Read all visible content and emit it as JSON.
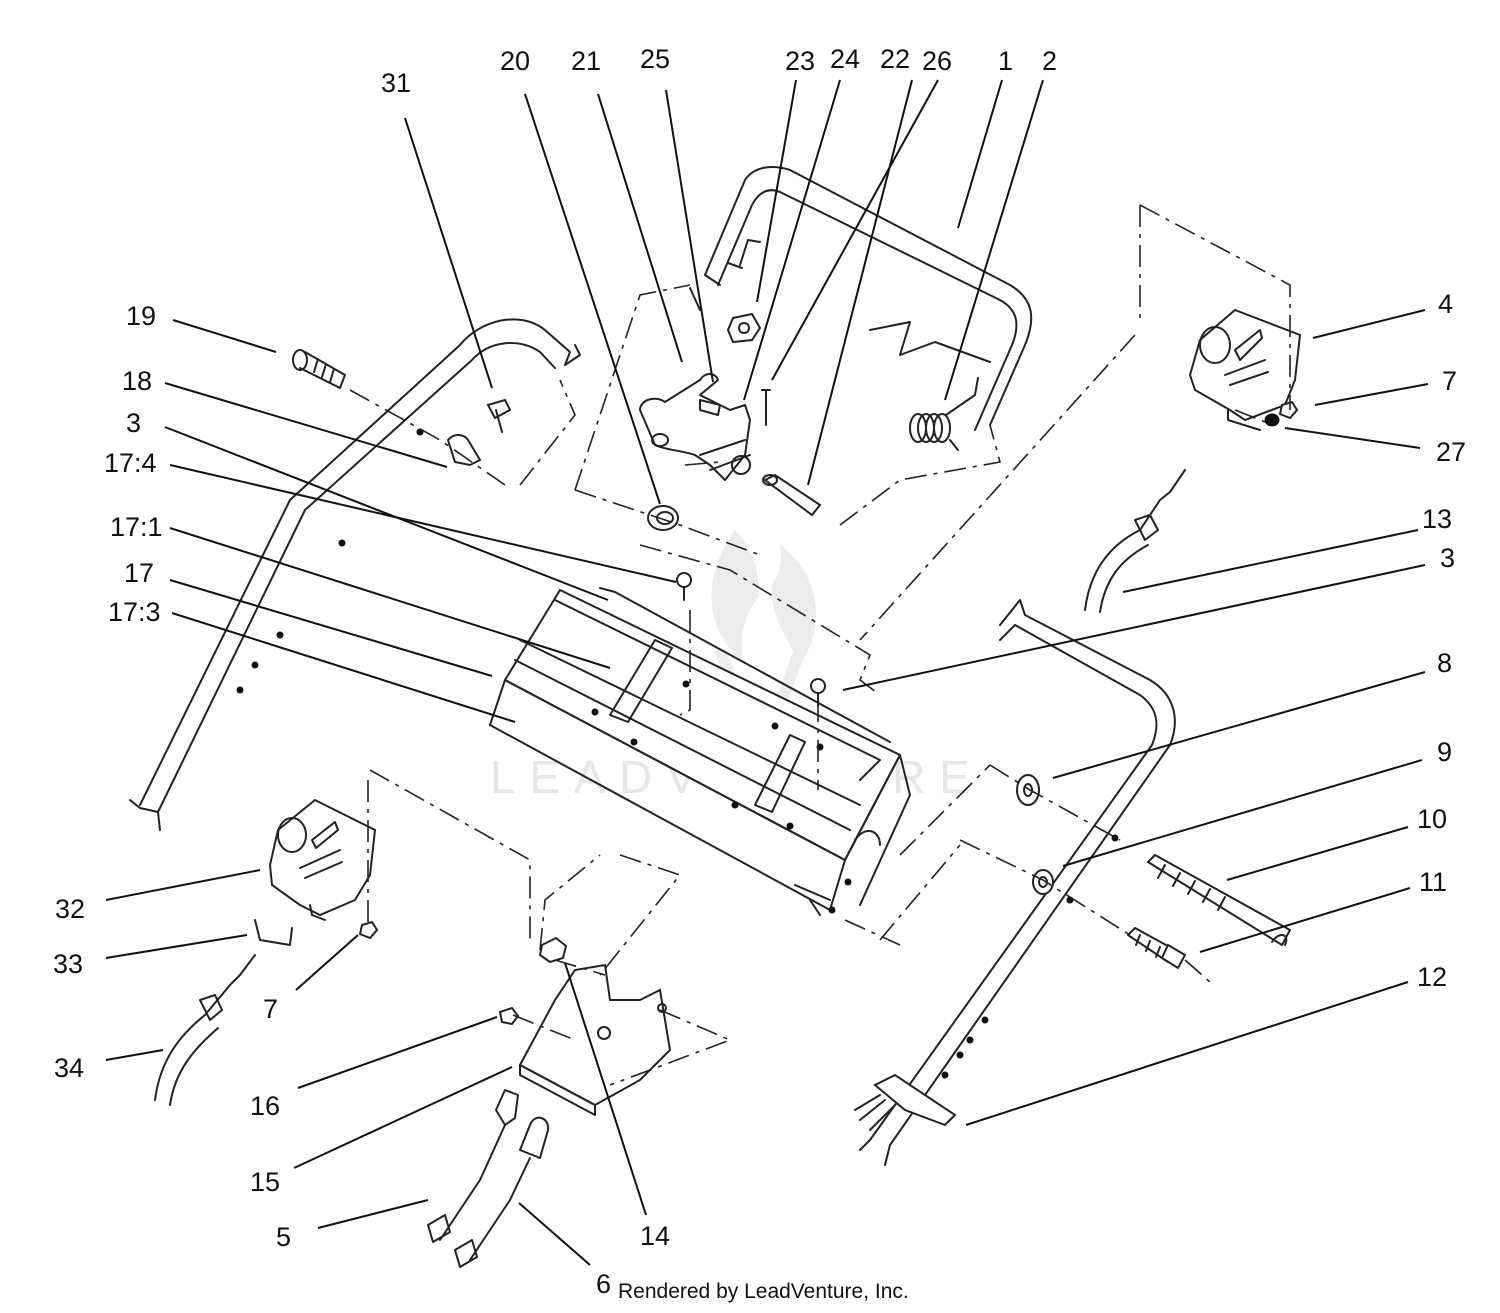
{
  "watermark": "LEADVENTURE",
  "credit": "Rendered by LeadVenture, Inc.",
  "labels": {
    "p1": "1",
    "p2": "2",
    "p3a": "3",
    "p3b": "3",
    "p4": "4",
    "p5": "5",
    "p6": "6",
    "p7a": "7",
    "p7b": "7",
    "p8": "8",
    "p9": "9",
    "p10": "10",
    "p11": "11",
    "p12": "12",
    "p13": "13",
    "p14": "14",
    "p15": "15",
    "p16": "16",
    "p17": "17",
    "p17_1": "17:1",
    "p17_3": "17:3",
    "p17_4": "17:4",
    "p18": "18",
    "p19": "19",
    "p20": "20",
    "p21": "21",
    "p22": "22",
    "p23": "23",
    "p24": "24",
    "p25": "25",
    "p26": "26",
    "p27": "27",
    "p31": "31",
    "p32": "32",
    "p33": "33",
    "p34": "34"
  }
}
